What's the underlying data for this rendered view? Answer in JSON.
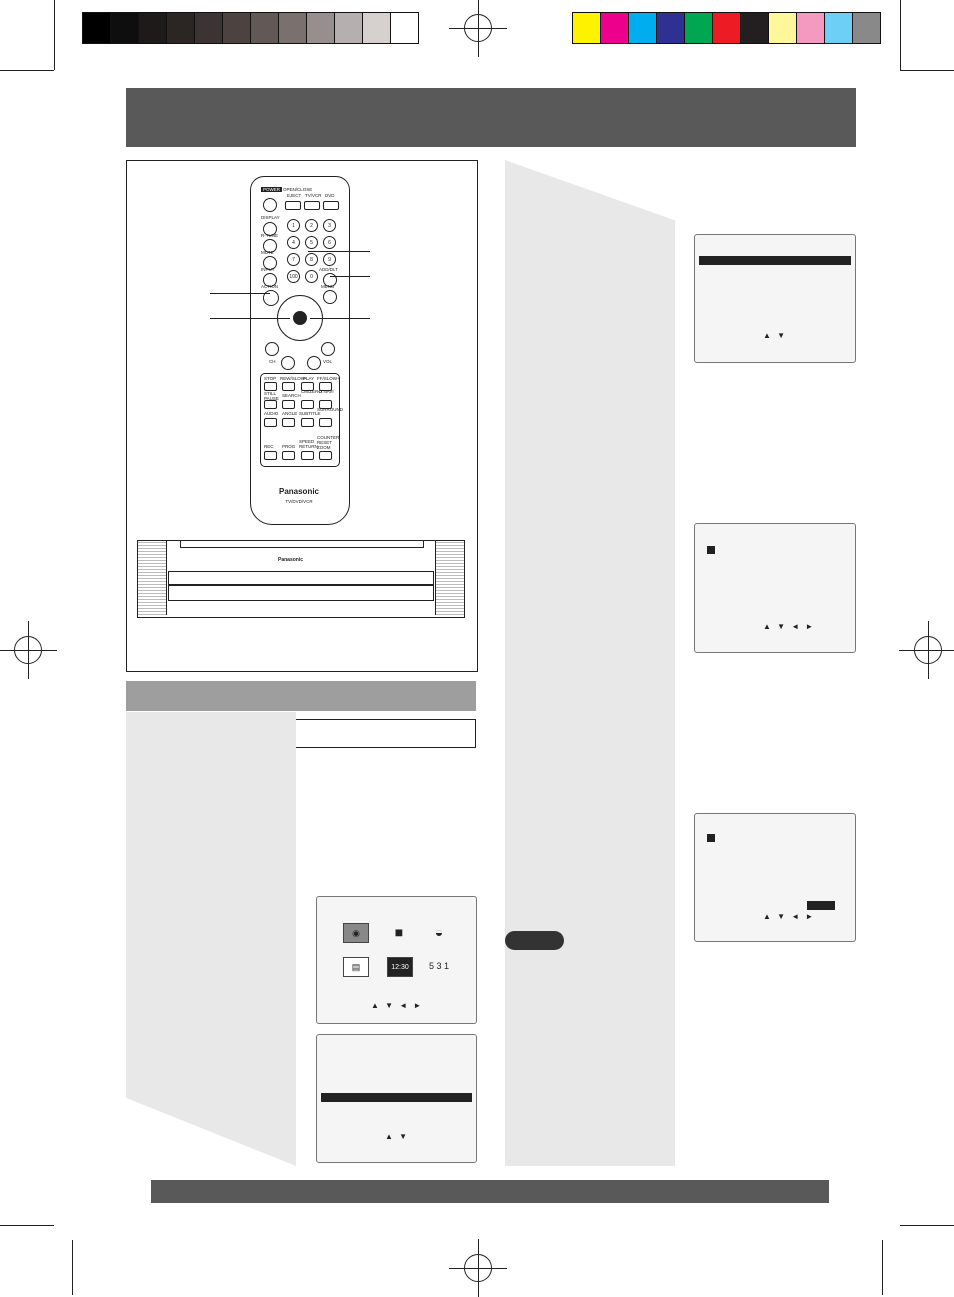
{
  "colors": {
    "grayscale_bar": [
      "#000000",
      "#0e0e0e",
      "#1e1a19",
      "#2b2523",
      "#3b3432",
      "#4c4341",
      "#625856",
      "#7a706e",
      "#978f8d",
      "#b5b0af",
      "#d6d0cf",
      "#ffffff"
    ],
    "process_bar": [
      "#fff200",
      "#ec008c",
      "#00aeef",
      "#2e3192",
      "#00a651",
      "#ed1c24",
      "#231f20",
      "#fff799",
      "#f49ac1",
      "#6dcff6",
      "#898989"
    ],
    "banner": "#595959",
    "panel": "#e8e8e8",
    "section_bar": "#9e9e9e"
  },
  "remote": {
    "labels": {
      "power": "POWER",
      "open_close": "OPEN/CLOSE",
      "eject": "EJECT",
      "tv_vcr": "TV/VCR",
      "dvd": "DVD",
      "display": "DISPLAY",
      "r_tune": "R-TUNE",
      "mute": "MUTE",
      "input": "INPUT",
      "add_dlt": "ADD/DLT",
      "action": "ACTION",
      "menu": "MENU",
      "ch": "CH",
      "vol": "VOL",
      "stop": "STOP",
      "rew_slow": "REW/SLOW-",
      "play": "PLAY",
      "ff_slow": "FF/SLOW+",
      "still_pause": "STILL PAUSE",
      "search": "SEARCH",
      "c_mode": "CM/ZERO",
      "d_name": "D.NAVI",
      "audio": "AUDIO",
      "angle": "ANGLE",
      "subtitle": "SUBTITLE",
      "surround": "SURROUND",
      "rec": "REC",
      "prog": "PROG",
      "speed_return": "SPEED RETURN",
      "counter_reset_zoom": "COUNTER RESET ZOOM",
      "brand": "Panasonic",
      "model": "TV/DVD/VCR"
    },
    "digits": [
      "1",
      "2",
      "3",
      "4",
      "5",
      "6",
      "7",
      "8",
      "9",
      "100",
      "0"
    ]
  },
  "tv": {
    "brand": "Panasonic"
  },
  "screens": {
    "arrows_ud": "▲ ▼",
    "arrows_udlr": "▲ ▼ ◄ ►",
    "icon_clock": "12:30",
    "icon_num": "5 3 1"
  }
}
